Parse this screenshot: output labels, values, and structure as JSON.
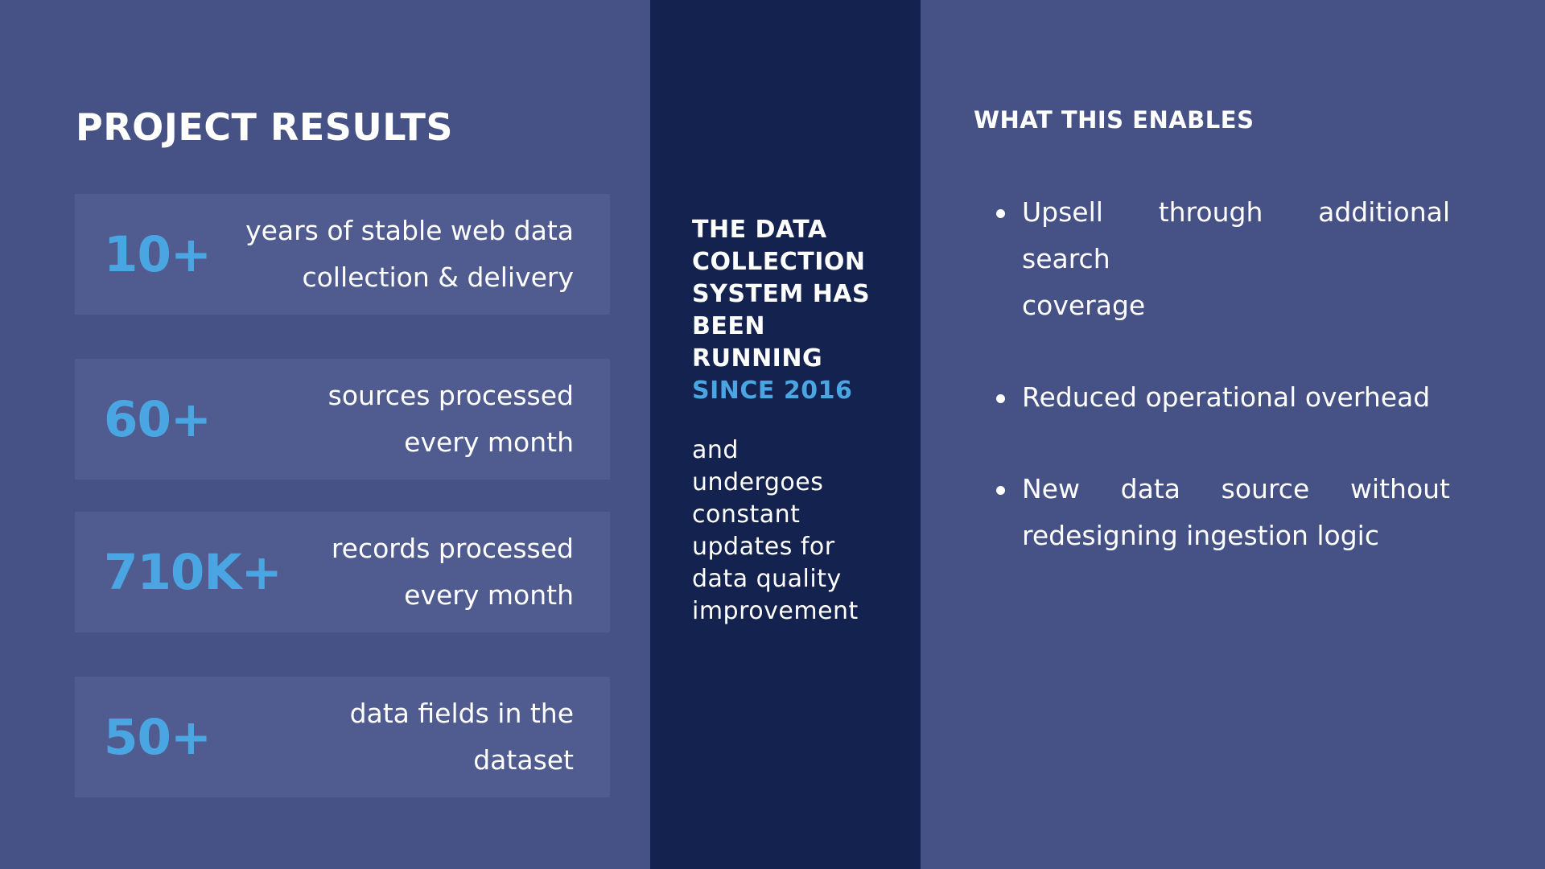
{
  "left": {
    "title": "PROJECT RESULTS",
    "stats": [
      {
        "value": "10+",
        "line1": "years of stable web data",
        "line2": "collection & delivery"
      },
      {
        "value": "60+",
        "line1": "sources processed",
        "line2": "every month"
      },
      {
        "value": "710K+",
        "line1": "records processed",
        "line2": "every month"
      },
      {
        "value": "50+",
        "line1": "data fields in the",
        "line2": "dataset"
      }
    ]
  },
  "middle": {
    "headline_lines": [
      "THE DATA",
      "COLLECTION",
      "SYSTEM HAS",
      "BEEN",
      "RUNNING"
    ],
    "headline_accent": "SINCE 2016",
    "body_lines": [
      "and",
      "undergoes",
      "constant",
      "updates for",
      "data quality",
      "improvement"
    ]
  },
  "right": {
    "heading": "WHAT THIS ENABLES",
    "bullets": [
      {
        "line1": "Upsell through additional search",
        "line2": "coverage"
      },
      {
        "line1": "Reduced operational overhead",
        "line2": ""
      },
      {
        "line1_words": [
          "New",
          "data",
          "source",
          "without"
        ],
        "line2": "redesigning ingestion logic"
      }
    ]
  },
  "colors": {
    "background": "#465186",
    "card": "#505c8f",
    "middle_panel": "#14224f",
    "accent": "#4aa6e3",
    "text": "#ffffff"
  }
}
